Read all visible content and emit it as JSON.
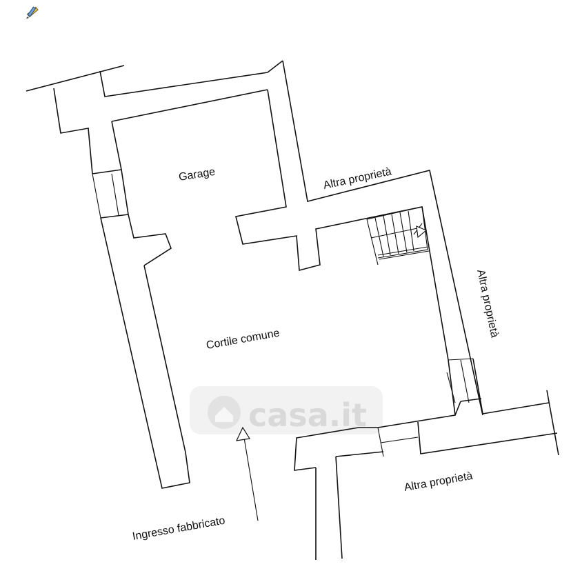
{
  "labels": {
    "garage": "Garage",
    "cortile": "Cortile comune",
    "altra_top": "Altra proprietà",
    "altra_right": "Altra proprietà",
    "altra_bottom": "Altra proprietà",
    "ingresso": "Ingresso fabbricato"
  },
  "watermark": "casa.it",
  "icons": {
    "corner": "pencil-ruler-icon",
    "watermark": "house-icon"
  },
  "colors": {
    "line": "#111111",
    "background": "#ffffff",
    "watermark": "#d9d9d9"
  }
}
